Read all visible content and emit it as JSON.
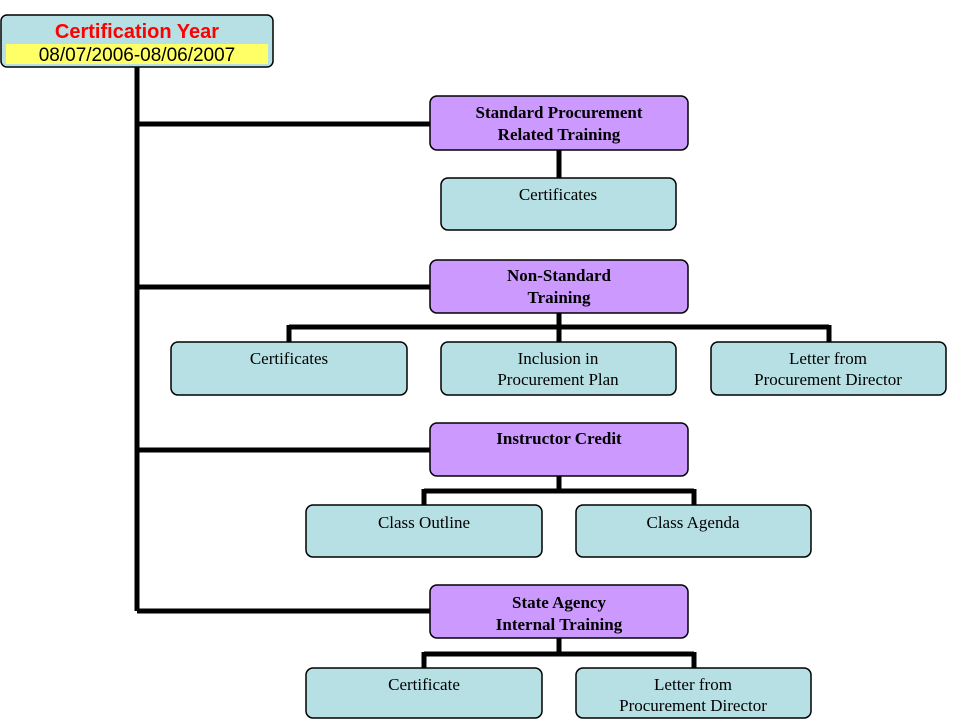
{
  "root": {
    "title": "Certification Year",
    "dates": "08/07/2006-08/06/2007"
  },
  "sections": [
    {
      "title_lines": [
        "Standard Procurement",
        "Related Training"
      ],
      "children": [
        {
          "lines": [
            "Certificates"
          ]
        }
      ]
    },
    {
      "title_lines": [
        "Non-Standard",
        "Training"
      ],
      "children": [
        {
          "lines": [
            "Certificates"
          ]
        },
        {
          "lines": [
            "Inclusion in",
            "Procurement Plan"
          ]
        },
        {
          "lines": [
            "Letter from",
            "Procurement Director"
          ]
        }
      ]
    },
    {
      "title_lines": [
        "Instructor Credit"
      ],
      "children": [
        {
          "lines": [
            "Class Outline"
          ]
        },
        {
          "lines": [
            "Class Agenda"
          ]
        }
      ]
    },
    {
      "title_lines": [
        "State Agency",
        "Internal Training"
      ],
      "children": [
        {
          "lines": [
            "Certificate"
          ]
        },
        {
          "lines": [
            "Letter from",
            "Procurement Director"
          ]
        }
      ]
    }
  ],
  "colors": {
    "section_fill": "#cc99ff",
    "item_fill": "#b7e0e4",
    "root_fill": "#b7e0e4",
    "root_title": "#ff0000",
    "root_date_highlight": "#ffff66",
    "connector": "#000000"
  }
}
